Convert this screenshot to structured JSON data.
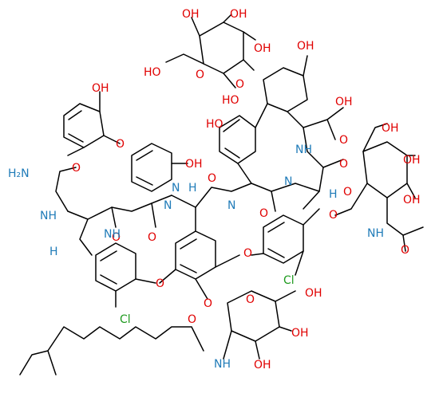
{
  "colors": {
    "bond": "#000000",
    "oxygen": "#e00000",
    "nitrogen": "#1f7bb8",
    "chlorine": "#1e9a1e",
    "stereo_hydrogen": "#1f7bb8"
  },
  "labels": {
    "hydroxyl": "OH",
    "hydroxyl_left": "HO",
    "oxygen": "O",
    "nitrogen": "N",
    "amide_nh": "NH",
    "amino": "H₂N",
    "chlorine": "Cl",
    "hydrogen": "H"
  }
}
